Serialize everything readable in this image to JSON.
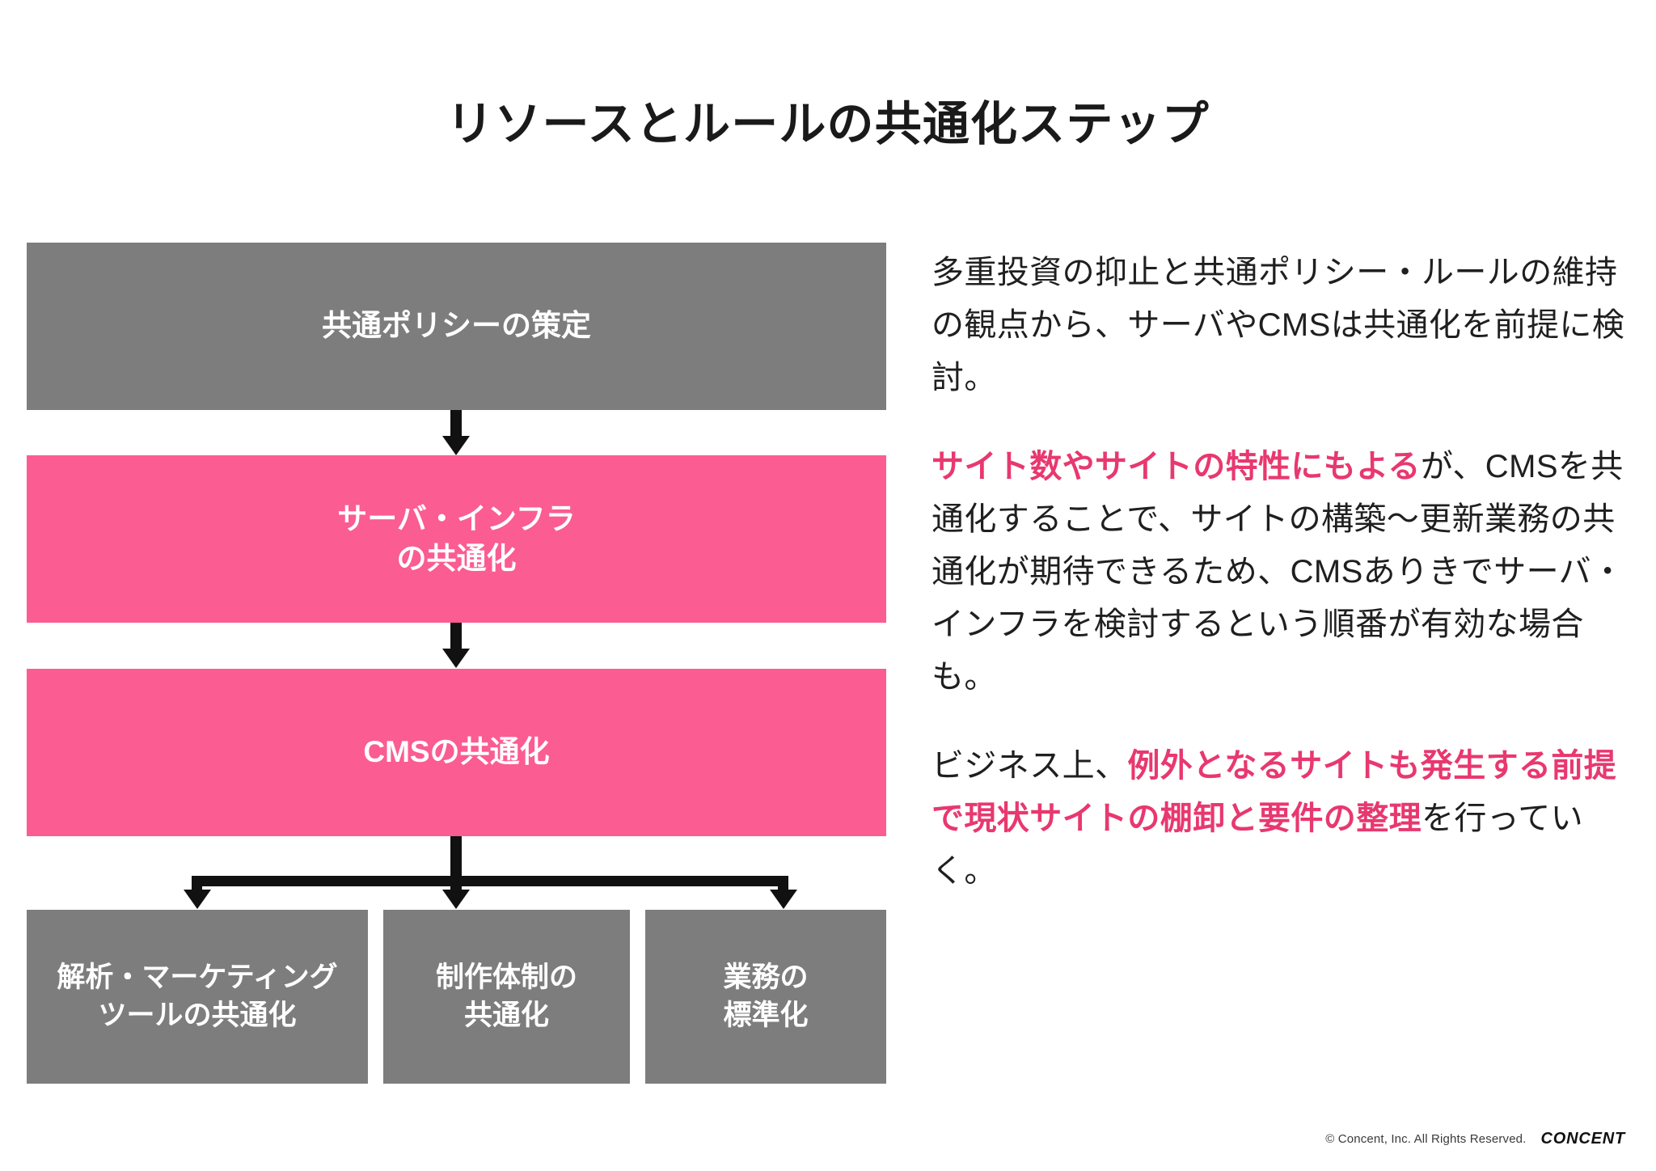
{
  "title": "リソースとルールの共通化ステップ",
  "colors": {
    "gray_box": "#7d7d7d",
    "pink_box": "#fb5c92",
    "highlight_text": "#e8386f",
    "body_text": "#1f1f1f",
    "connector": "#111111",
    "background": "#ffffff"
  },
  "diagram": {
    "steps": [
      {
        "id": "policy",
        "style": "gray",
        "line1": "共通ポリシーの策定",
        "line2": ""
      },
      {
        "id": "server",
        "style": "pink",
        "line1": "サーバ・インフラ",
        "line2": "の共通化"
      },
      {
        "id": "cms",
        "style": "pink",
        "line1": "CMSの共通化",
        "line2": ""
      }
    ],
    "leaves": [
      {
        "id": "analytics",
        "style": "gray",
        "line1": "解析・マーケティング",
        "line2": "ツールの共通化"
      },
      {
        "id": "production",
        "style": "gray",
        "line1": "制作体制の",
        "line2": "共通化"
      },
      {
        "id": "ops",
        "style": "gray",
        "line1": "業務の",
        "line2": "標準化"
      }
    ]
  },
  "notes": {
    "p1": {
      "segments": [
        {
          "text": "多重投資の抑止と共通ポリシー・ルールの維持の観点から、サーバやCMSは共通化を前提に検討。",
          "highlight": false
        }
      ]
    },
    "p2": {
      "segments": [
        {
          "text": "サイト数やサイトの特性にもよる",
          "highlight": true
        },
        {
          "text": "が、CMSを共通化することで、サイトの構築〜更新業務の共通化が期待できるため、CMSありきでサーバ・インフラを検討するという順番が有効な場合も。",
          "highlight": false
        }
      ]
    },
    "p3": {
      "segments": [
        {
          "text": "ビジネス上、",
          "highlight": false
        },
        {
          "text": "例外となるサイトも発生する前提で現状サイトの棚卸と要件の整理",
          "highlight": true
        },
        {
          "text": "を行っていく。",
          "highlight": false
        }
      ]
    }
  },
  "footer": {
    "copyright": "© Concent, Inc. All Rights Reserved.",
    "logo": "CONCENT"
  }
}
